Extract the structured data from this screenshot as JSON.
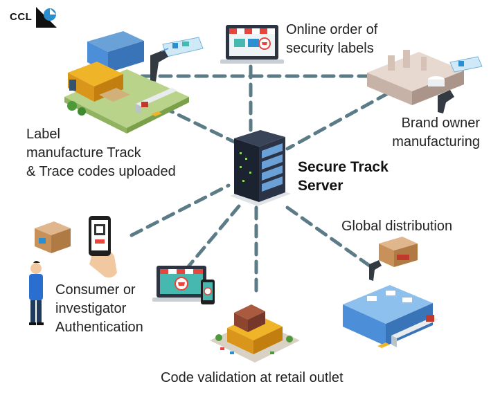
{
  "logo": {
    "text": "CCL"
  },
  "server": {
    "lines": [
      "Secure Track",
      "Server"
    ],
    "icon": "server-rack-icon"
  },
  "nodes": {
    "online_order": {
      "lines": [
        "Online order of",
        "security labels"
      ],
      "icon": "laptop-shop-icon"
    },
    "label_manufacture": {
      "lines": [
        "Label",
        "manufacture Track",
        "& Trace codes uploaded"
      ],
      "icon": "label-factory-icon"
    },
    "brand_owner": {
      "lines": [
        "Brand owner",
        "manufacturing"
      ],
      "icon": "factory-scanner-icon"
    },
    "global_distribution": {
      "lines": [
        "Global distribution"
      ],
      "icon": "warehouse-truck-icon"
    },
    "consumer": {
      "lines": [
        "Consumer or",
        "investigator",
        "Authentication"
      ],
      "icon": "person-phone-icon"
    },
    "retail": {
      "lines": [
        "Code validation at retail outlet"
      ],
      "icon": "retail-store-icon"
    }
  },
  "colors": {
    "link": "#5b7b86",
    "server": "#1c2330",
    "server_accent": "#6aa2d8",
    "shop_awning": "#e8453c",
    "laptop_screen": "#47b8b0",
    "building_blue": "#4d8ed8",
    "building_yellow": "#f0b428",
    "box": "#c9915a"
  }
}
